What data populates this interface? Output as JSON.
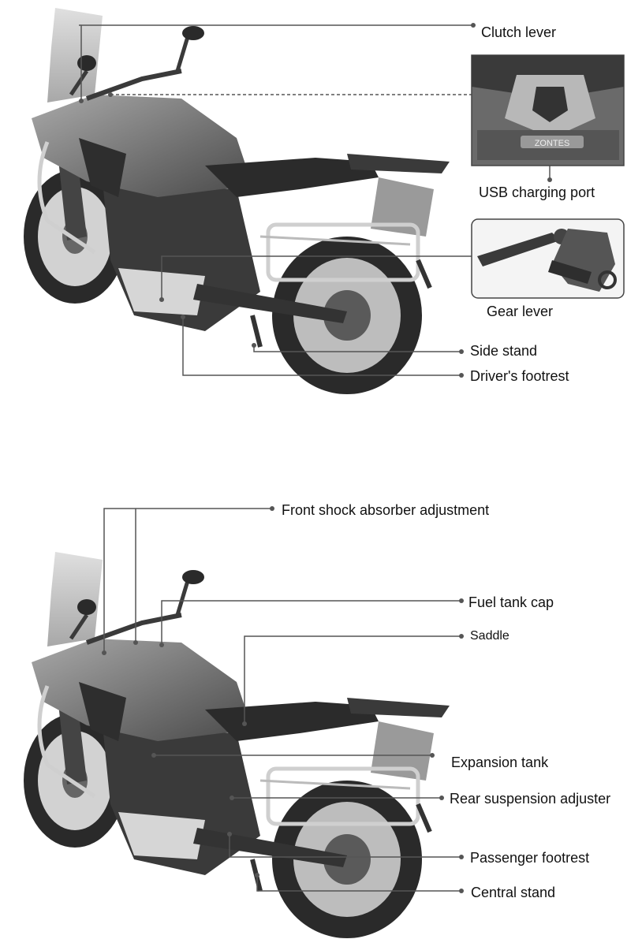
{
  "diagram_top": {
    "labels": {
      "clutch_lever": "Clutch lever",
      "usb_port": "USB charging port",
      "gear_lever": "Gear lever",
      "side_stand": "Side stand",
      "drivers_footrest": "Driver's footrest"
    },
    "inset_logo": "ZONTES"
  },
  "diagram_bottom": {
    "labels": {
      "front_shock": "Front shock absorber adjustment",
      "fuel_cap": "Fuel tank cap",
      "saddle": "Saddle",
      "expansion_tank": "Expansion tank",
      "rear_suspension": "Rear suspension adjuster",
      "passenger_footrest": "Passenger footrest",
      "central_stand": "Central stand"
    }
  },
  "colors": {
    "line": "#555555",
    "body_dark": "#3a3a3a",
    "body_mid": "#8a8a8a",
    "body_light": "#c8c8c8"
  }
}
